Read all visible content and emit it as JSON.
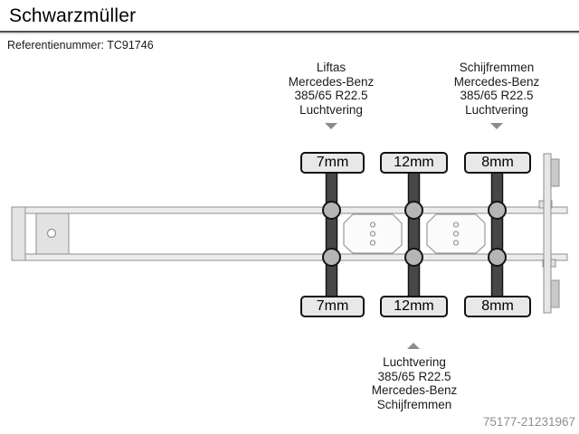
{
  "header": {
    "title": "Schwarzmüller",
    "reference": "Referentienummer: TC91746"
  },
  "diagram": {
    "annotation_front_axle": {
      "lines": [
        "Liftas",
        "Mercedes-Benz",
        "385/65 R22.5",
        "Luchtvering"
      ],
      "arrow": "down"
    },
    "annotation_rear_axle": {
      "lines": [
        "Schijfremmen",
        "Mercedes-Benz",
        "385/65 R22.5",
        "Luchtvering"
      ],
      "arrow": "down"
    },
    "annotation_middle_axle": {
      "lines": [
        "Luchtvering",
        "385/65 R22.5",
        "Mercedes-Benz",
        "Schijfremmen"
      ],
      "arrow": "up"
    },
    "axles": [
      {
        "tread_top": "7mm",
        "tread_bottom": "7mm"
      },
      {
        "tread_top": "12mm",
        "tread_bottom": "12mm"
      },
      {
        "tread_top": "8mm",
        "tread_bottom": "8mm"
      }
    ]
  },
  "footer": {
    "listing_id": "75177-21231967"
  },
  "colors": {
    "tire_bar": "#474747",
    "wheel_hub": "#b5b5b5",
    "chassis_stroke": "#8f8f8f",
    "chassis_fill": "#ececec",
    "tread_label_fill": "#e8e8e8",
    "arrow": "#8c8c8c",
    "footer_text": "#8f8f8f"
  }
}
